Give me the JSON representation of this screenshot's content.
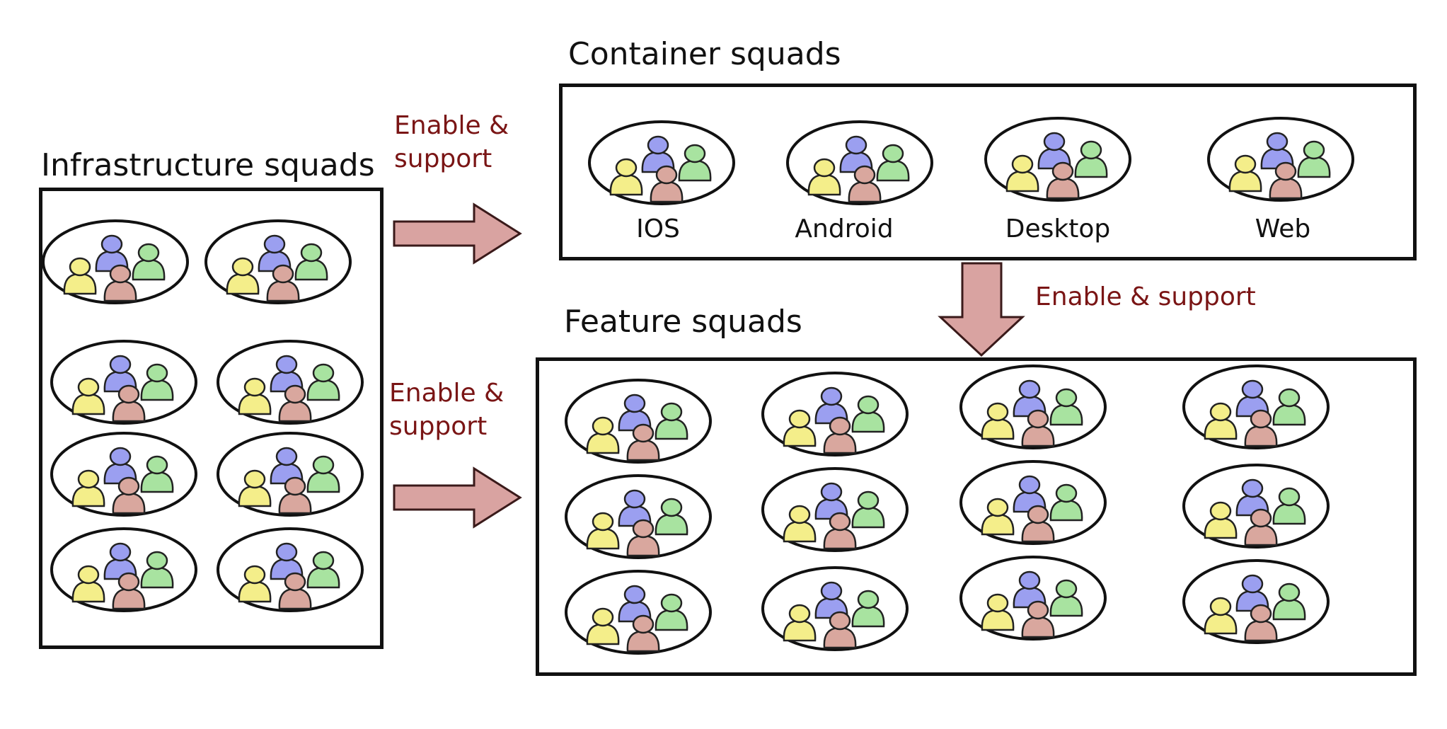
{
  "infrastructure": {
    "title": "Infrastructure squads"
  },
  "container": {
    "title": "Container squads",
    "squads": [
      "IOS",
      "Android",
      "Desktop",
      "Web"
    ]
  },
  "feature": {
    "title": "Feature squads"
  },
  "arrows": {
    "infra_to_container": {
      "line1": "Enable &",
      "line2": "support"
    },
    "infra_to_feature": {
      "line1": "Enable &",
      "line2": "support"
    },
    "container_to_feature": {
      "label": "Enable & support"
    }
  },
  "colors": {
    "member_blue": "#9b9ff0",
    "member_green": "#a8e3a0",
    "member_yellow": "#f4ee8a",
    "member_pink": "#d9a79e",
    "arrow_fill": "#d9a3a1",
    "label_red": "#7a1515"
  }
}
